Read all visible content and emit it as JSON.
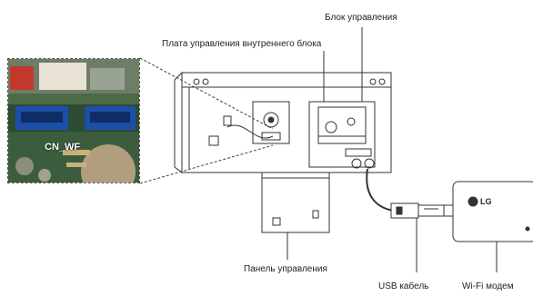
{
  "labels": {
    "control_block": "Блок управления",
    "indoor_board": "Плата управления внутреннего блока",
    "control_panel": "Панель управления",
    "usb_cable": "USB кабель",
    "wifi_modem": "Wi-Fi модем",
    "connector": "CN_WF",
    "brand": "LG"
  },
  "colors": {
    "connector_blue": "#1b4fa8",
    "board_green": "#3f5c3a",
    "plug_red": "#c0392b",
    "plug_white": "#e8e2d4"
  }
}
